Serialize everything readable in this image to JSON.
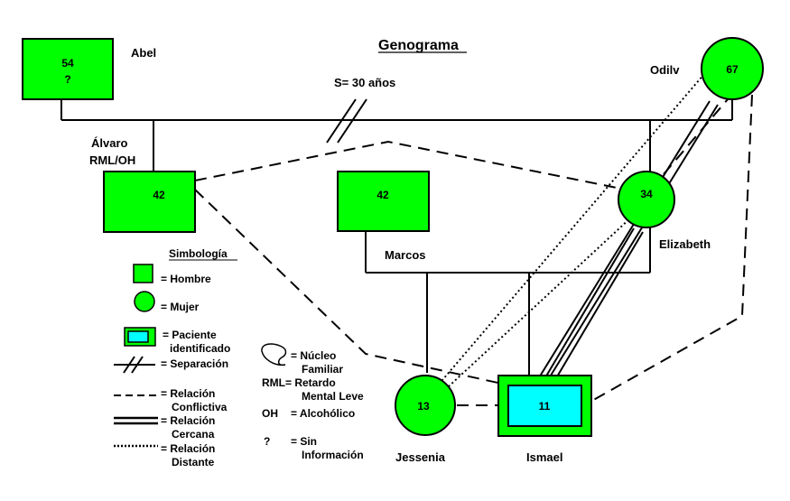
{
  "title": "Genograma",
  "separation_label": "S= 30 años",
  "colors": {
    "node_fill": "#00ff00",
    "patient_fill": "#00ffff",
    "stroke": "#000000"
  },
  "people": {
    "abel": {
      "name": "Abel",
      "age": "54",
      "note": "?"
    },
    "odilv": {
      "name": "Odilv",
      "age": "67"
    },
    "alvaro": {
      "name": "Álvaro",
      "condition": "RML/OH",
      "age": "42"
    },
    "marcos": {
      "name": "Marcos",
      "age": "42"
    },
    "elizabeth": {
      "name": "Elizabeth",
      "age": "34"
    },
    "jessenia": {
      "name": "Jessenia",
      "age": "13"
    },
    "ismael": {
      "name": "Ismael",
      "age": "11"
    }
  },
  "legend": {
    "title": "Simbología",
    "hombre": "= Hombre",
    "mujer": "= Mujer",
    "paciente": [
      "= Paciente",
      "identificado"
    ],
    "separacion": "= Separación",
    "conflictiva": [
      "= Relación",
      "Conflictiva"
    ],
    "cercana": [
      "= Relación",
      "Cercana"
    ],
    "distante": [
      "= Relación",
      "Distante"
    ],
    "nucleo": [
      "= Núcleo",
      "Familiar"
    ],
    "rml": [
      "RML= Retardo",
      "Mental Leve"
    ],
    "oh_key": "OH",
    "oh_value": "= Alcohólico",
    "info_key": "?",
    "info_value": [
      "= Sin",
      "Información"
    ]
  }
}
